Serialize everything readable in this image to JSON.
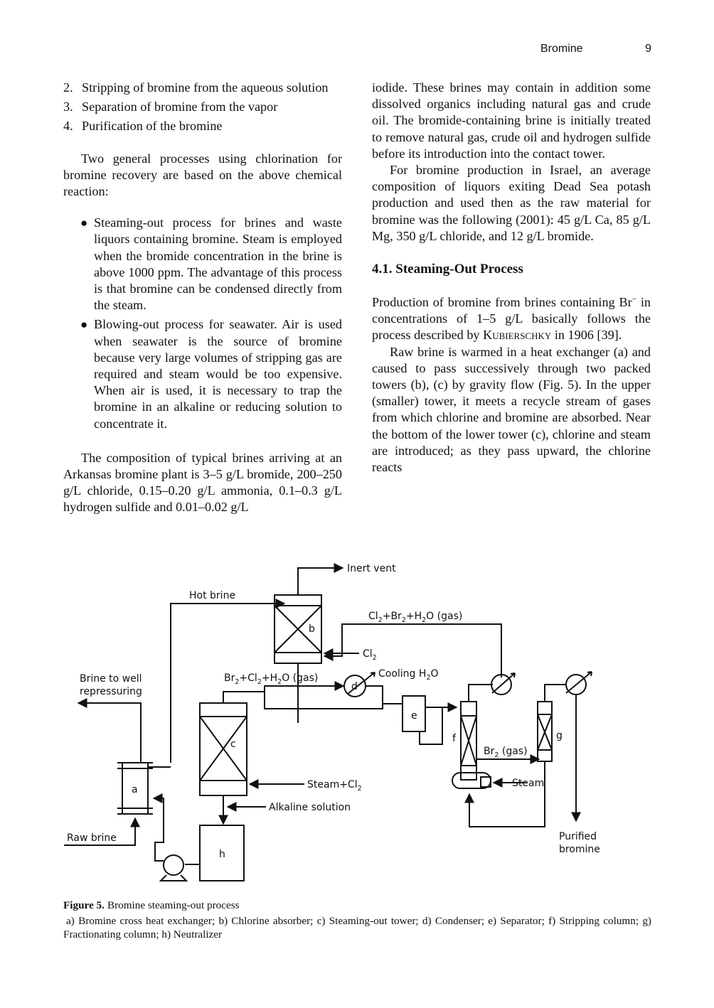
{
  "header": {
    "title": "Bromine",
    "page_number": "9"
  },
  "left_column": {
    "steps": [
      {
        "num": "2.",
        "text": "Stripping of bromine from the aqueous solution"
      },
      {
        "num": "3.",
        "text": "Separation of bromine from the vapor"
      },
      {
        "num": "4.",
        "text": "Purification of the bromine"
      }
    ],
    "intro": "Two general processes using chlorination for bromine recovery are based on the above chemical reaction:",
    "bullets": [
      "Steaming-out process for brines and waste liquors containing bromine. Steam is employed when the bromide concentration in the brine is above 1000 ppm. The advantage of this process is that bromine can be condensed directly from the steam.",
      "Blowing-out process for seawater. Air is used when seawater is the source of bromine because very large volumes of stripping gas are required and steam would be too expensive. When air is used, it is necessary to trap the bromine in an alkaline or reducing solution to concentrate it."
    ],
    "arkansas_paragraph": "The composition of typical brines arriving at an Arkansas bromine plant is 3–5 g/L bromide, 200–250 g/L chloride, 0.15–0.20 g/L ammonia, 0.1–0.3 g/L hydrogen sulfide and 0.01–0.02 g/L"
  },
  "right_column": {
    "continuation": "iodide. These brines may contain in addition some dissolved organics including natural gas and crude oil. The bromide-containing brine is initially treated to remove natural gas, crude oil and hydrogen sulfide before its introduction into the contact tower.",
    "israel_paragraph": "For bromine production in Israel, an average composition of liquors exiting Dead Sea potash production and used then as the raw material for bromine was the following (2001): 45 g/L Ca, 85 g/L Mg, 350 g/L chloride, and 12 g/L bromide.",
    "section_heading": "4.1.  Steaming-Out Process",
    "production_paragraph": {
      "before": "Production of bromine from brines containing Br",
      "superscript": "−",
      "middle": " in concentrations of 1–5 g/L basically follows the process described by ",
      "author": "Kubierschky",
      "after": " in 1906 [39]."
    },
    "raw_brine_paragraph": "Raw brine is warmed in a heat exchanger (a) and caused to pass successively through two packed towers (b), (c) by gravity flow (Fig. 5). In the upper (smaller) tower, it meets a recycle stream of gases from which chlorine and bromine are absorbed. Near the bottom of the lower tower (c), chlorine and steam are introduced; as they pass upward, the chlorine reacts"
  },
  "figure": {
    "labels": {
      "inert_vent": "Inert vent",
      "hot_brine": "Hot brine",
      "gas_recycle": [
        "Cl",
        "2",
        "+Br",
        "2",
        "+H",
        "2",
        "O (gas)"
      ],
      "cl2": [
        "Cl",
        "2"
      ],
      "brine_to_well_1": "Brine to well",
      "brine_to_well_2": "repressuring",
      "br2_cl2_h2o": [
        "Br",
        "2",
        "+Cl",
        "2",
        "+H",
        "2",
        "O (gas)"
      ],
      "cooling_h2o": [
        "Cooling H",
        "2",
        "O"
      ],
      "steam_cl2": [
        "Steam+Cl",
        "2"
      ],
      "alkaline_solution": "Alkaline solution",
      "raw_brine": "Raw brine",
      "br2_gas": [
        "Br",
        "2",
        " (gas)"
      ],
      "steam": "Steam",
      "purified_1": "Purified",
      "purified_2": "bromine"
    },
    "equipment_letters": {
      "a": "a",
      "b": "b",
      "c": "c",
      "d": "d",
      "e": "e",
      "f": "f",
      "g": "g",
      "h": "h"
    }
  },
  "caption": {
    "label": "Figure 5.",
    "title": "Bromine steaming-out process",
    "legend": "a) Bromine cross heat exchanger; b) Chlorine absorber; c) Steaming-out tower; d) Condenser; e) Separator; f) Stripping column; g) Fractionating column; h) Neutralizer"
  }
}
